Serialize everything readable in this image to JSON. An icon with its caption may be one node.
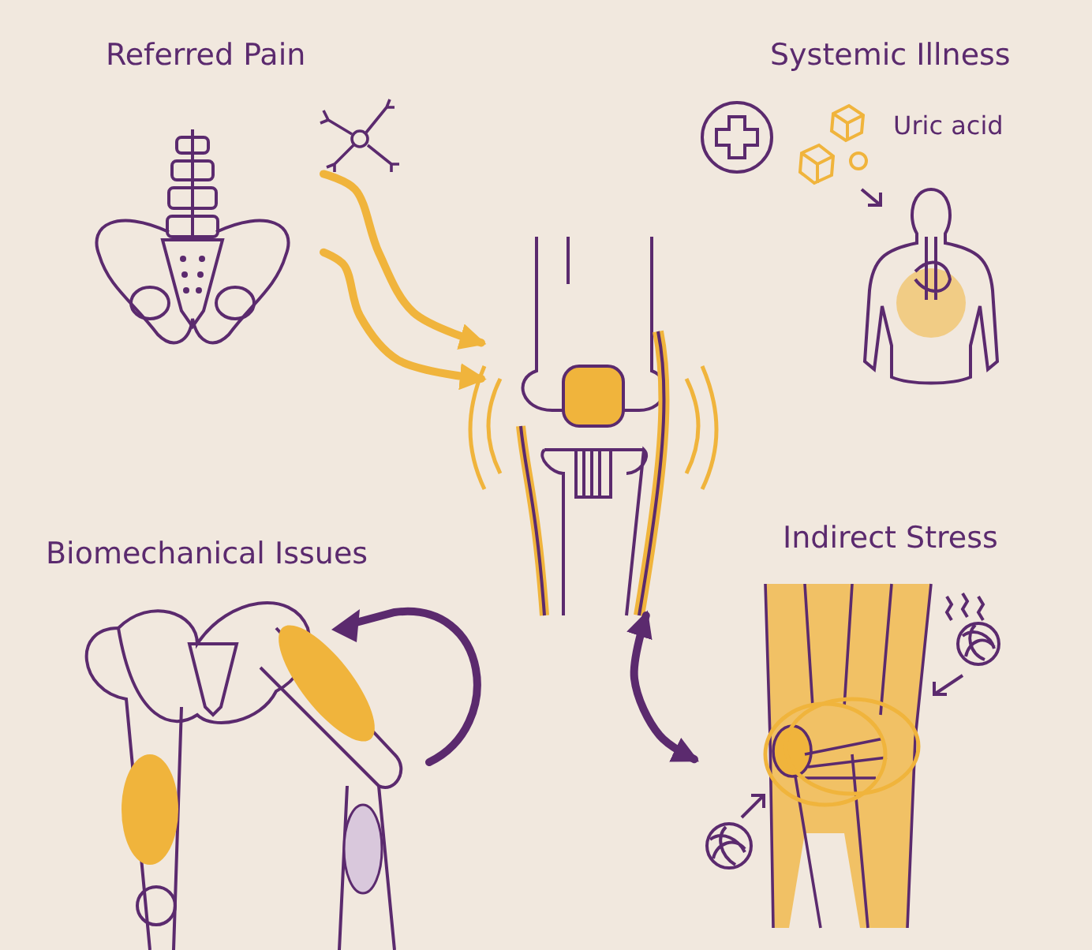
{
  "diagram": {
    "nodes": [
      {
        "text": [
          "Referred Pain"
        ]
      },
      {
        "text": [
          "Systemic Illness"
        ]
      },
      {
        "text": [],
        "shape": "picture"
      },
      {
        "text": [
          "Biomechanical Issues"
        ]
      },
      {
        "text": [
          "Indirect Stress"
        ]
      }
    ],
    "edges": [
      {
        "from": 0,
        "to": 2,
        "arrow": "to"
      },
      {
        "from": 0,
        "to": 2,
        "arrow": "to"
      },
      {
        "from": 2,
        "to": 4,
        "arrow": "both",
        "color": "#5b2a6e"
      }
    ],
    "labels": [
      "Uric acid"
    ]
  }
}
